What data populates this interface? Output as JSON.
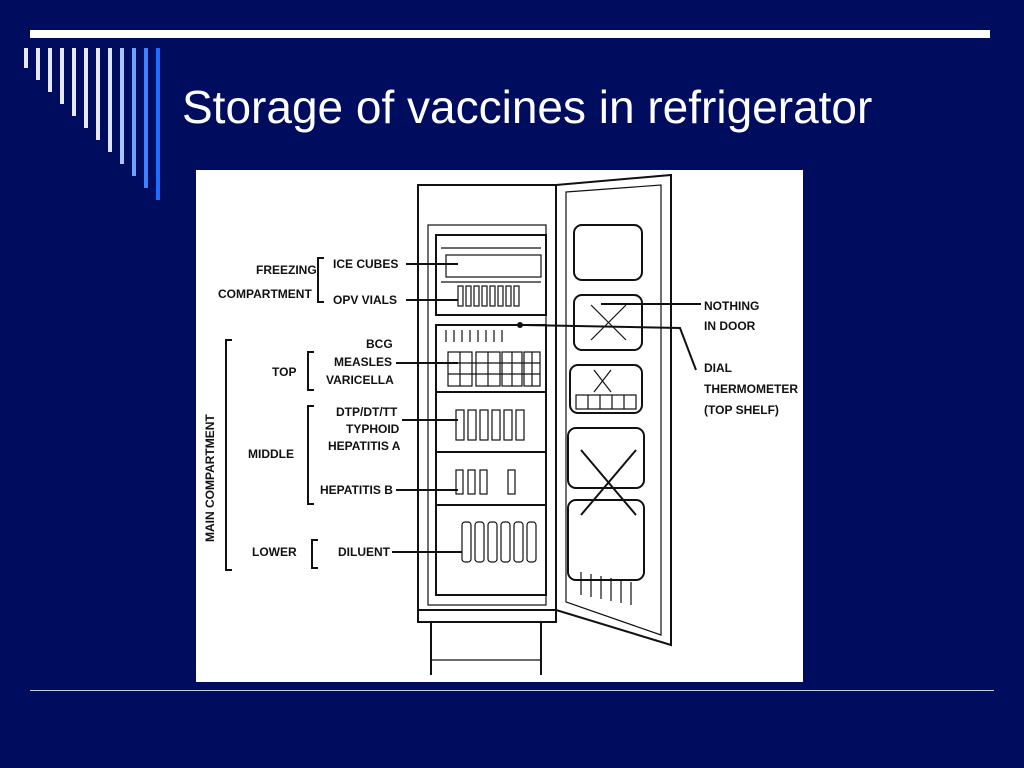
{
  "slide": {
    "title": "Storage of vaccines in refrigerator",
    "colors": {
      "background": "#000C5E",
      "title": "#FFFFFF",
      "stripe_light": "#E8E8F0",
      "stripe_blue": "#1E6BFF"
    }
  },
  "diagram": {
    "labels": {
      "freezing_compartment": [
        "FREEZING",
        "COMPARTMENT"
      ],
      "ice_cubes": "ICE CUBES",
      "opv_vials": "OPV VIALS",
      "main_compartment": "MAIN COMPARTMENT",
      "top": "TOP",
      "bcg": "BCG",
      "measles": "MEASLES",
      "varicella": "VARICELLA",
      "middle": "MIDDLE",
      "dtp": "DTP/DT/TT",
      "typhoid": "TYPHOID",
      "hepatitis_a": "HEPATITIS A",
      "hepatitis_b": "HEPATITIS B",
      "lower": "LOWER",
      "diluent": "DILUENT",
      "nothing_in_door": [
        "NOTHING",
        "IN DOOR"
      ],
      "dial_thermometer": [
        "DIAL",
        "THERMOMETER",
        "(TOP SHELF)"
      ]
    }
  }
}
